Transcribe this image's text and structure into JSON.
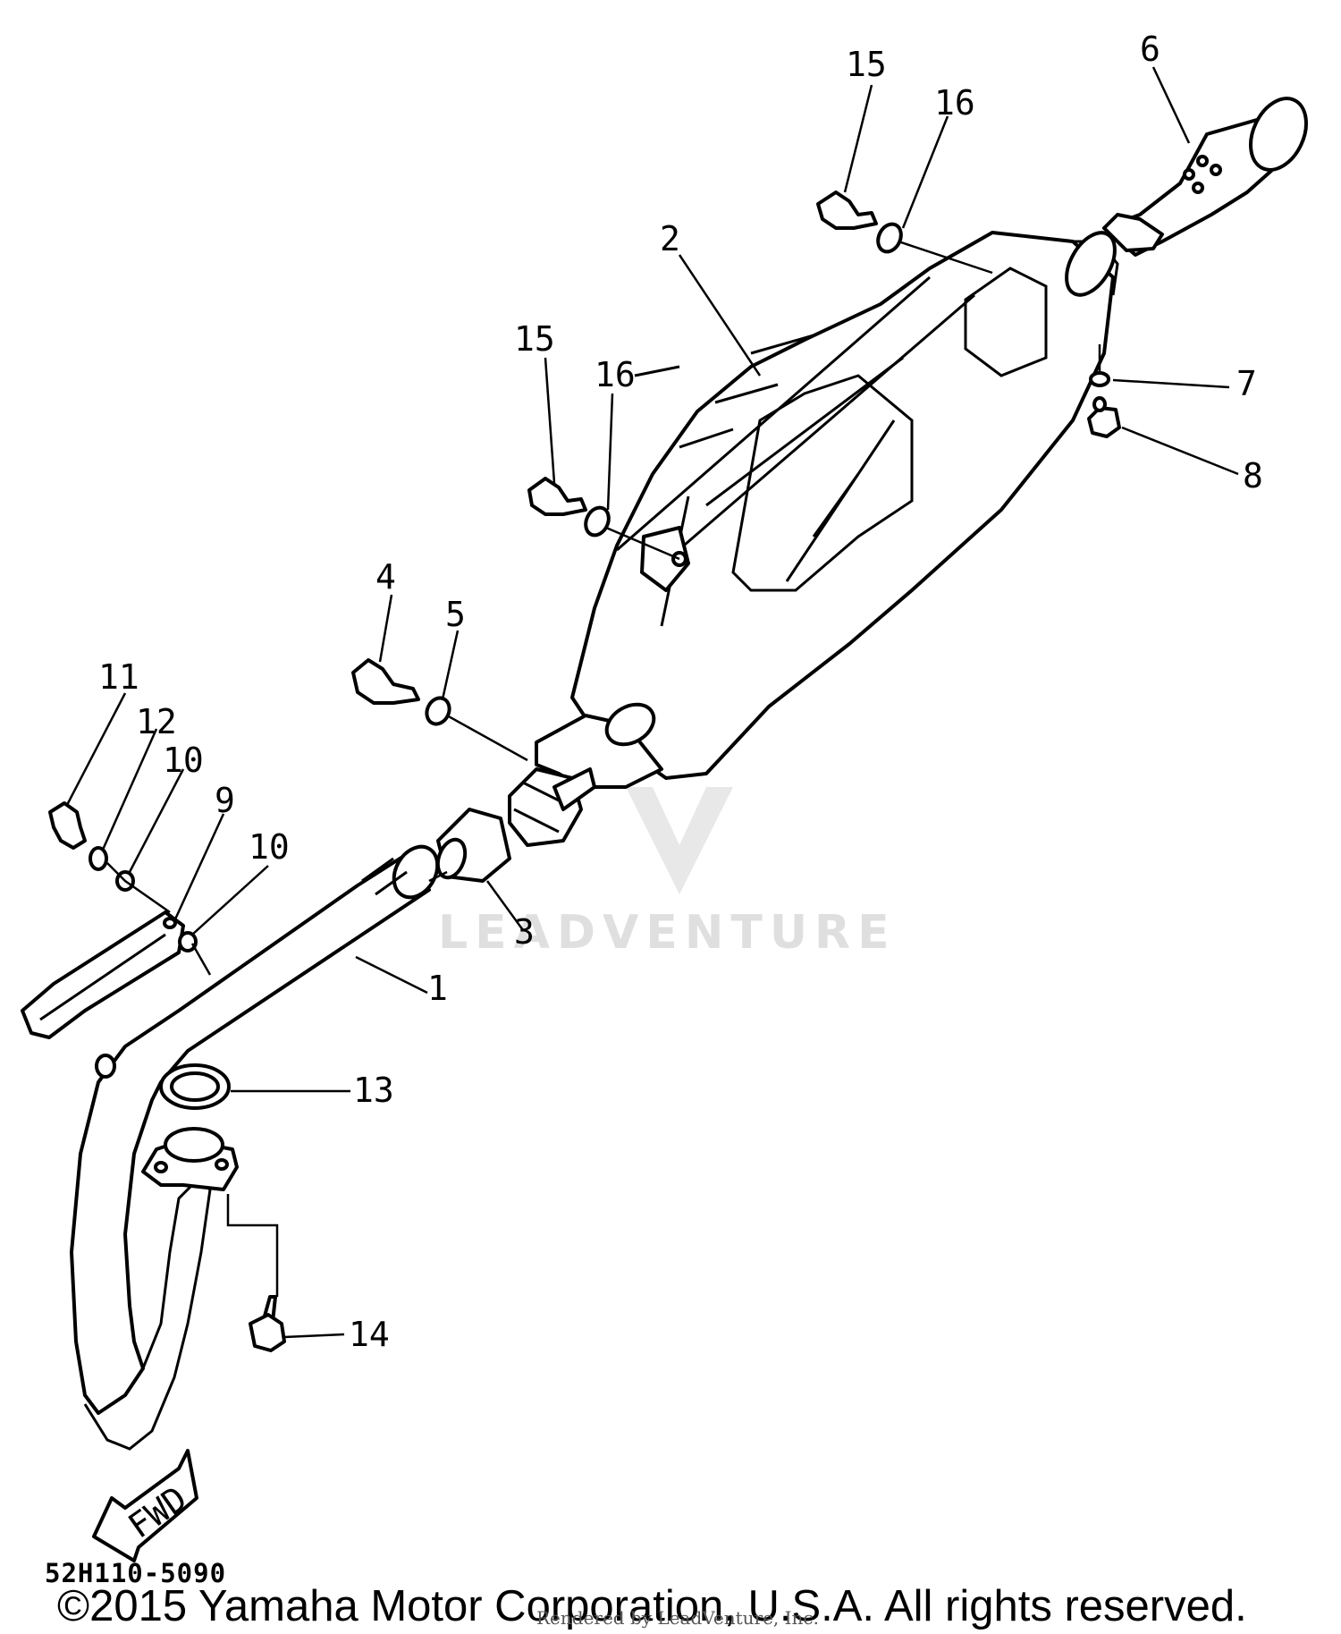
{
  "diagram": {
    "callouts": [
      {
        "id": "1",
        "label": "1"
      },
      {
        "id": "2",
        "label": "2"
      },
      {
        "id": "3",
        "label": "3"
      },
      {
        "id": "4",
        "label": "4"
      },
      {
        "id": "5",
        "label": "5"
      },
      {
        "id": "6",
        "label": "6"
      },
      {
        "id": "7",
        "label": "7"
      },
      {
        "id": "8",
        "label": "8"
      },
      {
        "id": "9",
        "label": "9"
      },
      {
        "id": "10a",
        "label": "10"
      },
      {
        "id": "10b",
        "label": "10"
      },
      {
        "id": "11",
        "label": "11"
      },
      {
        "id": "12",
        "label": "12"
      },
      {
        "id": "13",
        "label": "13"
      },
      {
        "id": "14",
        "label": "14"
      },
      {
        "id": "15a",
        "label": "15"
      },
      {
        "id": "15b",
        "label": "15"
      },
      {
        "id": "16a",
        "label": "16"
      },
      {
        "id": "16b",
        "label": "16"
      }
    ],
    "fwd_arrow_label": "FWD",
    "diagram_code": "52H110-5090",
    "watermark": "LEADVENTURE"
  },
  "footer": {
    "copyright": "©2015 Yamaha Motor Corporation, U.S.A. All rights reserved.",
    "rendered_by": "Rendered by LeadVenture, Inc."
  }
}
